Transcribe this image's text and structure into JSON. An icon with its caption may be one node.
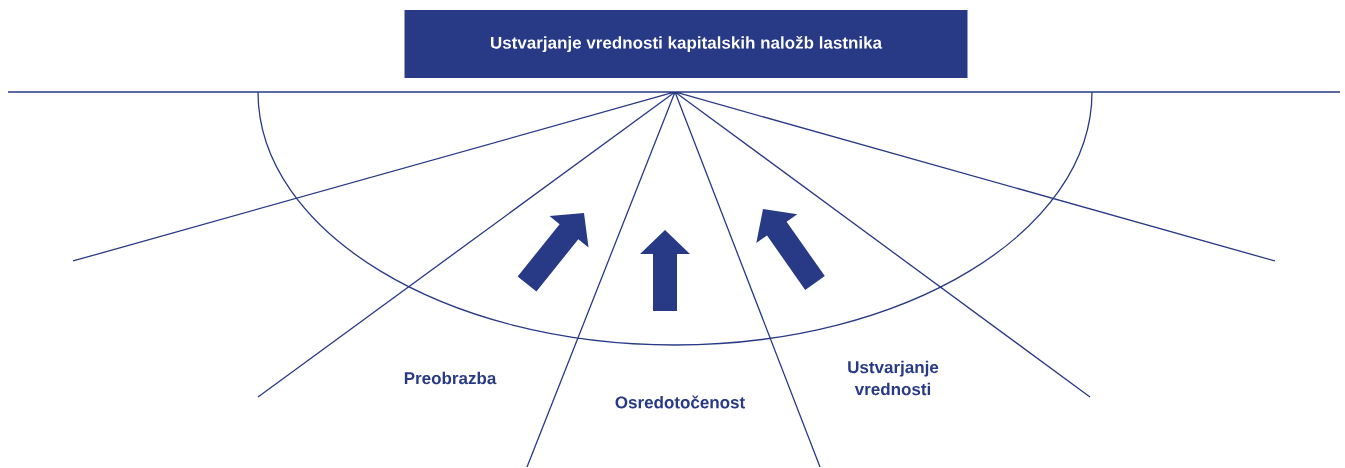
{
  "diagram": {
    "nodes": [
      {
        "text": [
          "Ustvarjanje vrednosti kapitalskih naložb lastnika"
        ]
      }
    ],
    "labels": [
      "Preobrazba",
      "Osredotočenost",
      "Ustvarjanje vrednosti"
    ]
  }
}
